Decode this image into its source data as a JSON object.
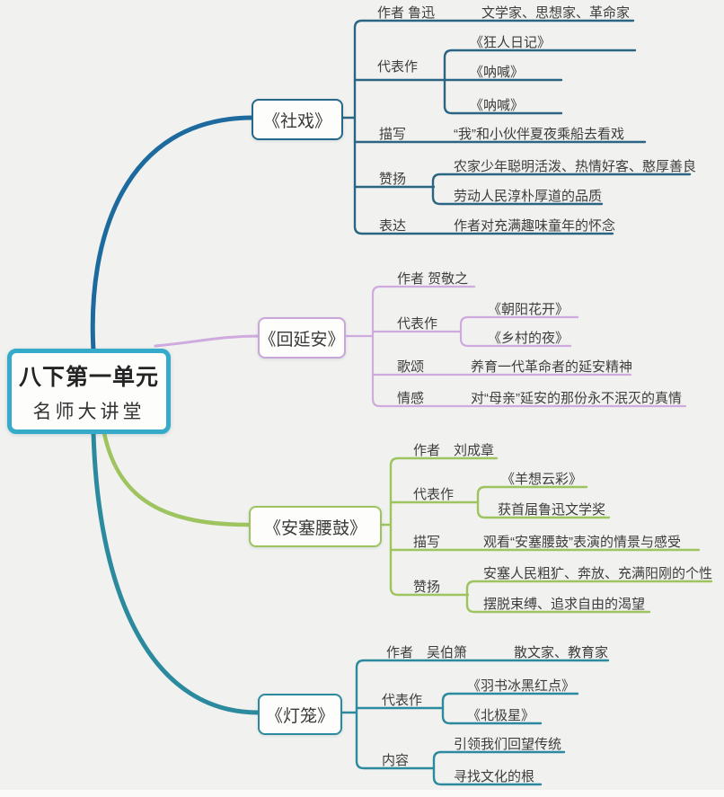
{
  "root": {
    "title": "八下第一单元",
    "subtitle": "名师大讲堂",
    "border_color": "#35aac9"
  },
  "colors": {
    "background": "#f1f1ef",
    "shexi_branch": "#2a6583",
    "shexi_curve": "#1d6b9e",
    "huiyanan_branch": "#cfaade",
    "ansai_branch": "#9dc45e",
    "denglong_branch": "#2b8a9d",
    "text": "#3d3d3d"
  },
  "branches": [
    {
      "title": "《社戏》",
      "labels": {
        "author_key": "作者 鲁迅",
        "author_desc": "文学家、思想家、革命家",
        "works_key": "代表作",
        "work1": "《狂人日记》",
        "work2": "《呐喊》",
        "work3": "《呐喊》",
        "desc_key": "描写",
        "desc_text": "“我”和小伙伴夏夜乘船去看戏",
        "praise_key": "赞扬",
        "praise1": "农家少年聪明活泼、热情好客、憨厚善良",
        "praise2": "劳动人民淳朴厚道的品质",
        "express_key": "表达",
        "express_text": "作者对充满趣味童年的怀念"
      }
    },
    {
      "title": "《回延安》",
      "labels": {
        "author_key": "作者 贺敬之",
        "works_key": "代表作",
        "work1": "《朝阳花开》",
        "work2": "《乡村的夜》",
        "praise_key": "歌颂",
        "praise_text": "养育一代革命者的延安精神",
        "emotion_key": "情感",
        "emotion_text": "对“母亲”延安的那份永不泯灭的真情"
      }
    },
    {
      "title": "《安塞腰鼓》",
      "labels": {
        "author_key": "作者　刘成章",
        "works_key": "代表作",
        "work1": "《羊想云彩》",
        "work2": "获首届鲁迅文学奖",
        "desc_key": "描写",
        "desc_text": "观看“安塞腰鼓”表演的情景与感受",
        "praise_key": "赞扬",
        "praise1": "安塞人民粗犷、奔放、充满阳刚的个性",
        "praise2": "摆脱束缚、追求自由的渴望"
      }
    },
    {
      "title": "《灯笼》",
      "labels": {
        "author_key": "作者　吴伯箫",
        "author_desc": "散文家、教育家",
        "works_key": "代表作",
        "work1": "《羽书冰黑红点》",
        "work2": "《北极星》",
        "content_key": "内容",
        "content1": "引领我们回望传统",
        "content2": "寻找文化的根"
      }
    }
  ]
}
